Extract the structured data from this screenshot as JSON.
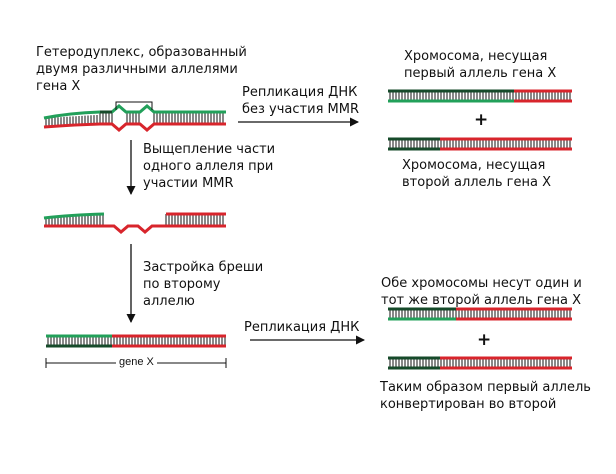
{
  "labels": {
    "heteroduplex": "Гетеродуплекс, образованный\nдвумя различными аллелями\nгена X",
    "replication_no_mmr": "Репликация ДНК\nбез участия MMR",
    "chromosome_first": "Хромосома, несущая\nпервый аллель гена X",
    "chromosome_second": "Хромосома, несущая\nвторой аллель гена X",
    "excision": "Выщепление части\nодного аллеля при\nучастии MMR",
    "gap_fill": "Застройка бреши\nпо второму\nаллелю",
    "replication": "Репликация ДНК",
    "both_same": "Обе хромосомы несут один и\nтот же второй аллель гена X",
    "converted": "Таким образом первый аллель\nконвертирован во второй",
    "gene_x": "gene X",
    "plus": "+"
  },
  "colors": {
    "green": "#22a05a",
    "dark_green": "#164a2a",
    "red": "#d8252c",
    "black": "#111111"
  }
}
